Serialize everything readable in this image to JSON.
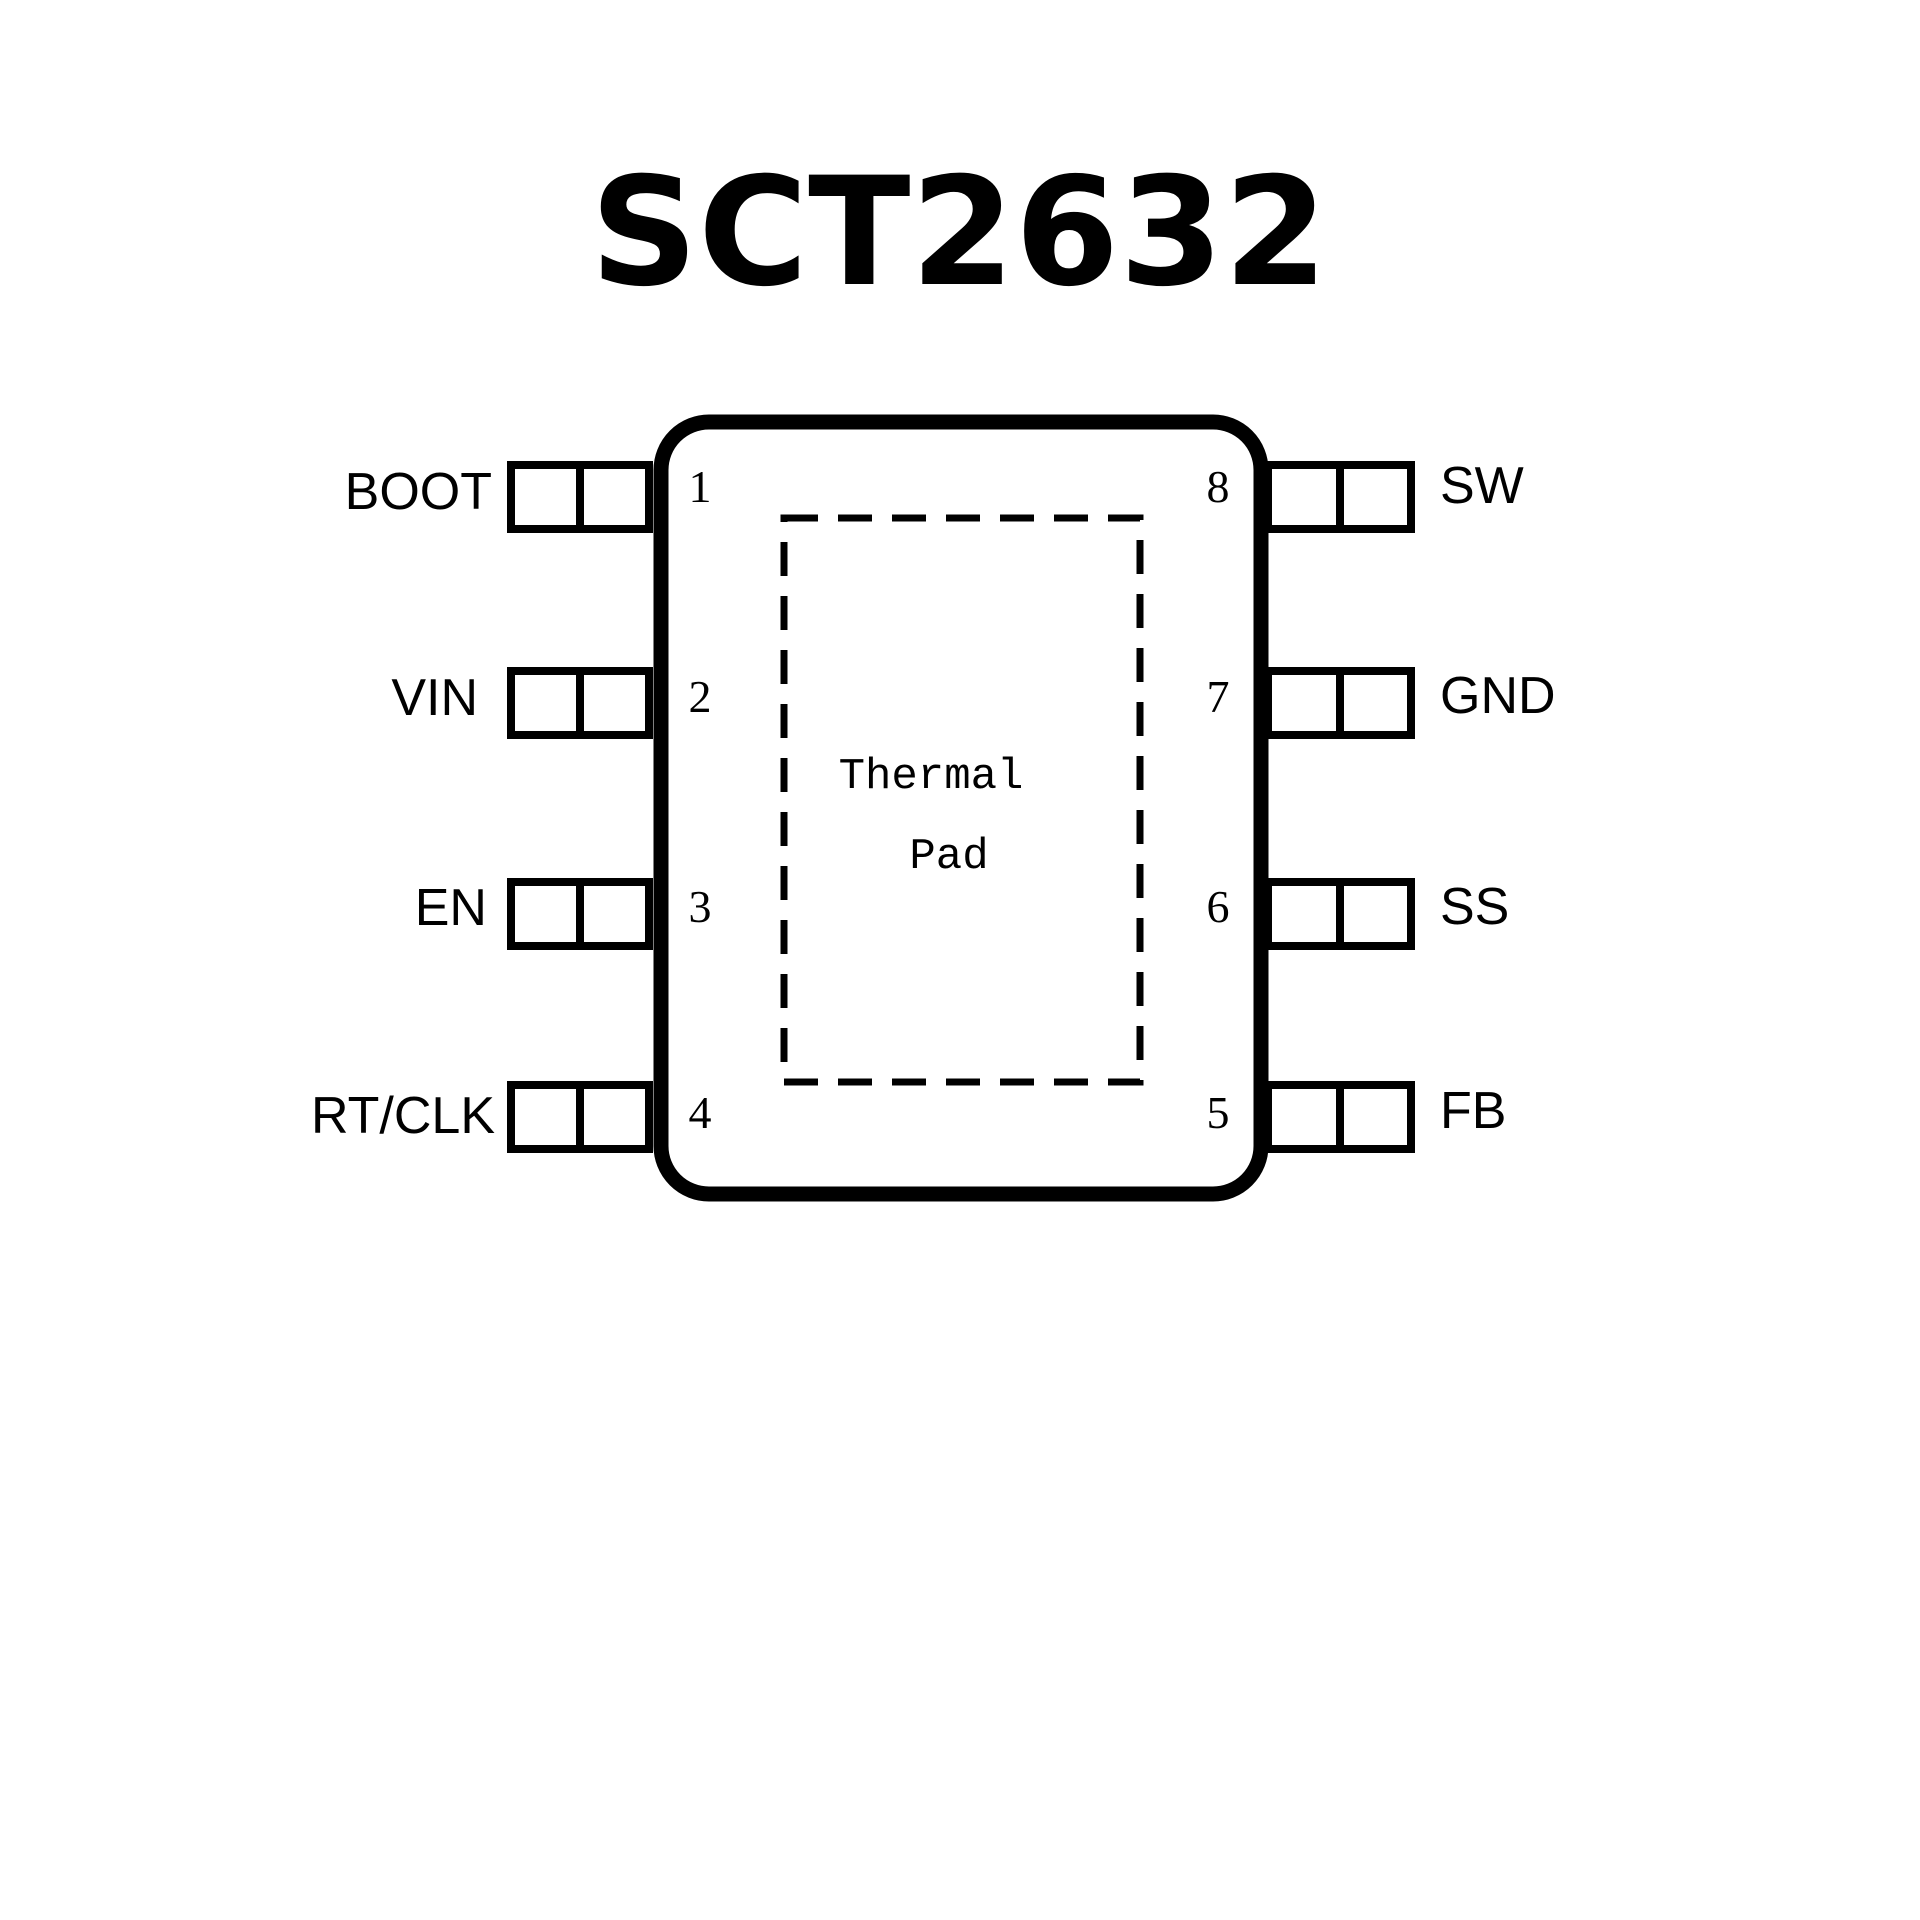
{
  "title": "SCT2632",
  "thermal_pad": {
    "line1": "Thermal",
    "line2": "Pad"
  },
  "pins": {
    "left": [
      {
        "number": "1",
        "name": "BOOT"
      },
      {
        "number": "2",
        "name": "VIN"
      },
      {
        "number": "3",
        "name": "EN"
      },
      {
        "number": "4",
        "name": "RT/CLK"
      }
    ],
    "right": [
      {
        "number": "8",
        "name": "SW"
      },
      {
        "number": "7",
        "name": "GND"
      },
      {
        "number": "6",
        "name": "SS"
      },
      {
        "number": "5",
        "name": "FB"
      }
    ]
  }
}
